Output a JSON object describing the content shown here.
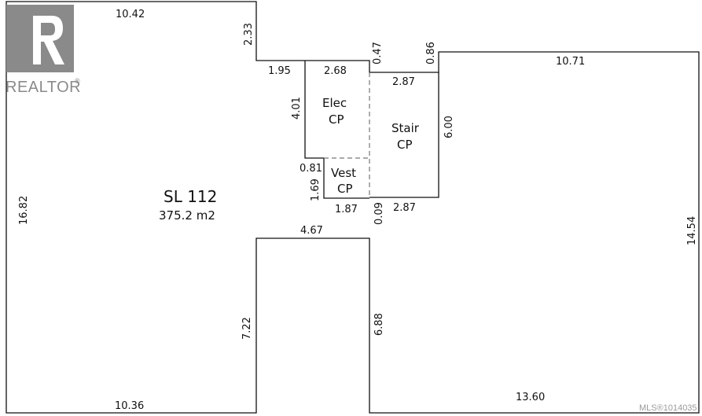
{
  "logo": {
    "wordmark": "REALTOR",
    "mark": "®",
    "letter": "R"
  },
  "lot": {
    "name": "SL 112",
    "area": "375.2 m2"
  },
  "rooms": {
    "elec": [
      "Elec",
      "CP"
    ],
    "stair": [
      "Stair",
      "CP"
    ],
    "vest": [
      "Vest",
      "CP"
    ]
  },
  "dimensions": {
    "top_left": "10.42",
    "notch_top": "2.33",
    "notch_bottom": "1.95",
    "elec_top": "2.68",
    "dim_047": "0.47",
    "stair_top": "2.87",
    "dim_086": "0.86",
    "right_top": "10.71",
    "elec_left": "4.01",
    "stair_right": "6.00",
    "vest_top": "0.81",
    "vest_left": "1.69",
    "vest_bottom": "1.87",
    "dim_009": "0.09",
    "stair_bottom": "2.87",
    "left_side": "16.82",
    "right_side": "14.54",
    "cut_top": "4.67",
    "cut_left": "7.22",
    "cut_right": "6.88",
    "bottom_left": "10.36",
    "bottom_right": "13.60"
  },
  "mls": "MLS®1014035"
}
